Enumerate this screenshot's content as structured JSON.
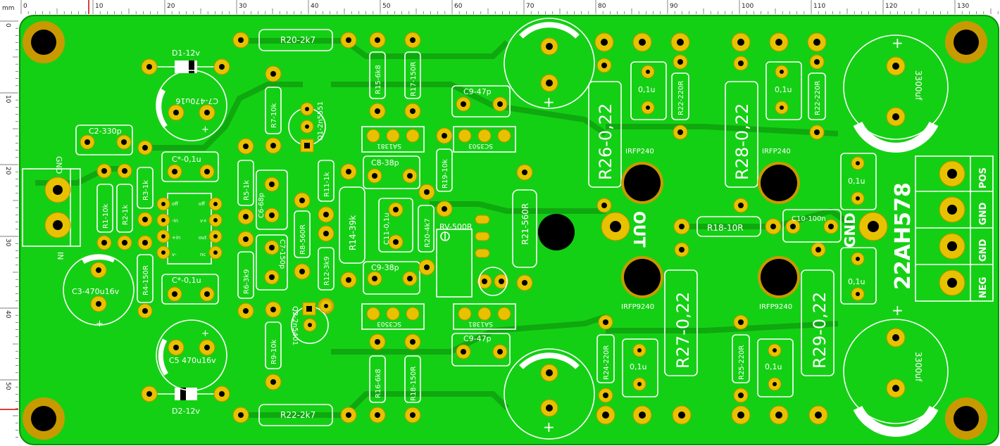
{
  "ruler": {
    "unit": "mm",
    "top_ticks": [
      "0",
      "10",
      "20",
      "30",
      "40",
      "50",
      "60",
      "70",
      "80",
      "90",
      "100",
      "110",
      "120",
      "130"
    ],
    "left_ticks": [
      "0",
      "10",
      "20",
      "30",
      "40",
      "50"
    ]
  },
  "colors": {
    "board": "#14d014",
    "board_dark": "#0fa80f",
    "silkscreen": "#ffffff",
    "pad": "#e8c200",
    "hole": "#000000"
  },
  "components": {
    "D1": "D1-12v",
    "D2": "D2-12v",
    "C2": "C2-330p",
    "C7_top": "C7-470u16",
    "C_top": "C*-0,1u",
    "C_bot": "C*-0,1u",
    "C3": "C3-470u16v",
    "C5": "C5 470u16v",
    "R1": "R1-10k",
    "R2": "R2-1k",
    "R3": "R3-1k",
    "R4": "R4-150R",
    "R5": "R5-1k",
    "R6": "R6-3k9",
    "R7": "R7-10k",
    "R8": "R8-560R",
    "R9": "R9-10k",
    "R11": "R11-1k",
    "R12": "R12-3k9",
    "C6": "C6-68p",
    "C7_mid": "C7-150p",
    "Q1": "Q1-2n5551",
    "Q2": "Q2-2n5401",
    "R20": "R20-2k7",
    "R22": "R22-2k7",
    "R15": "R15-6k8",
    "R16": "R16-6k8",
    "R17": "R17-150R",
    "R18b": "R18-150R",
    "R14": "R14-39k",
    "C8": "C8-38p",
    "C9m": "C9-38p",
    "C11": "C11-0,1u",
    "R20b": "R20-4k7",
    "R19": "R19-10k",
    "RV": "RV-500R",
    "C9a": "C9-47p",
    "C9b": "C9-47p",
    "SA1381a": "SA1381",
    "SC3503a": "SC3503",
    "SC3503b": "SC3503",
    "SA1381b": "SA1381",
    "R21": "R21-560R",
    "R26": "R26-0,22",
    "R27": "R27-0,22",
    "R28": "R28-0,22",
    "R29": "R29-0,22",
    "R22_220": "R22-220R",
    "R22_220b": "R22-220R",
    "R24": "R24-220R",
    "R25": "R25-220R",
    "cap01a": "0,1u",
    "cap01b": "0,1u",
    "cap01c": "0,1u",
    "cap01d": "0,1u",
    "cap01e": "0,1u",
    "cap01f": "0,1u",
    "R18": "R18-10R",
    "C10": "C10-100n",
    "IRFP240a": "IRFP240",
    "IRFP240b": "IRFP240",
    "IRFP9240a": "IRFP9240",
    "IRFP9240b": "IRFP9240",
    "cap3300a": "3300uf",
    "cap3300b": "3300uf"
  },
  "labels": {
    "gnd_in": "GND",
    "in": "IN",
    "out": "OUT",
    "gnd_out": "GND",
    "board_name": "22AH578",
    "term_pos": "POS",
    "term_gnd1": "GND",
    "term_gnd2": "GND",
    "term_neg": "NEG",
    "opamp_off": "off",
    "opamp_v1": "-in",
    "opamp_v2": "+in",
    "opamp_v3": "v-",
    "opamp_v4": "v+",
    "opamp_v5": "out",
    "opamp_v6": "nc",
    "opamp_off2": "off",
    "plus": "+",
    "minus": "-"
  }
}
